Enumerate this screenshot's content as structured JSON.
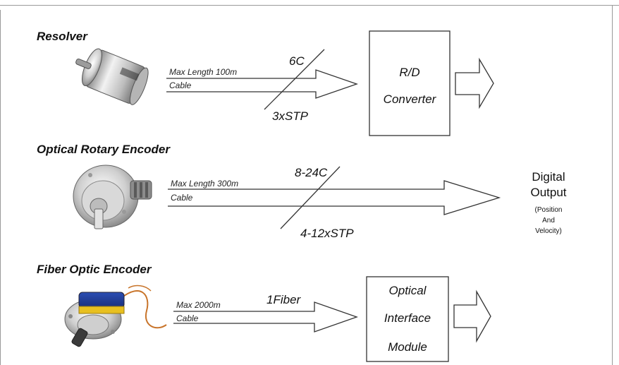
{
  "sections": {
    "resolver": {
      "title": "Resolver",
      "cable_line1": "Max Length 100m",
      "cable_line2": "Cable",
      "top_label": "6C",
      "bottom_label": "3xSTP",
      "box_line1": "R/D",
      "box_line2": "Converter"
    },
    "optical_rotary": {
      "title": "Optical Rotary Encoder",
      "cable_line1": "Max Length 300m",
      "cable_line2": "Cable",
      "top_label": "8-24C",
      "bottom_label": "4-12xSTP"
    },
    "fiber_optic": {
      "title": "Fiber Optic Encoder",
      "cable_line1": "Max 2000m",
      "cable_line2": "Cable",
      "top_label": "1Fiber",
      "box_line1": "Optical",
      "box_line2": "Interface",
      "box_line3": "Module"
    }
  },
  "output": {
    "line1": "Digital",
    "line2": "Output",
    "line3": "(Position",
    "line4": "And",
    "line5": "Velocity)"
  },
  "colors": {
    "stroke": "#333333",
    "frame": "#999999",
    "metal_light": "#e6e6e6",
    "metal_dark": "#8a8a8a",
    "fiber_blue": "#2f4fb0",
    "fiber_yellow": "#e8c020",
    "fiber_cable": "#c8742a"
  }
}
